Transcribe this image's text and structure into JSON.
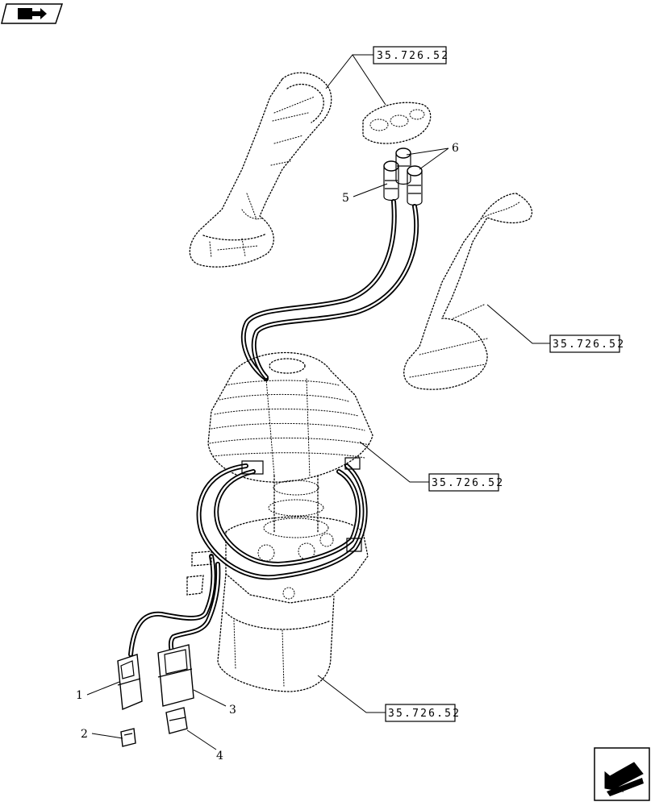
{
  "corner_badges": {
    "top_left": "book-arrow-icon",
    "bottom_right": "next-page-arrow-icon"
  },
  "references": [
    {
      "id": "ref-grip-top",
      "text": "35.726.52"
    },
    {
      "id": "ref-grip-right",
      "text": "35.726.52"
    },
    {
      "id": "ref-boot",
      "text": "35.726.52"
    },
    {
      "id": "ref-base",
      "text": "35.726.52"
    }
  ],
  "callouts": [
    {
      "id": "callout-1",
      "text": "1"
    },
    {
      "id": "callout-2",
      "text": "2"
    },
    {
      "id": "callout-3",
      "text": "3"
    },
    {
      "id": "callout-4",
      "text": "4"
    },
    {
      "id": "callout-5",
      "text": "5"
    },
    {
      "id": "callout-6",
      "text": "6"
    }
  ]
}
